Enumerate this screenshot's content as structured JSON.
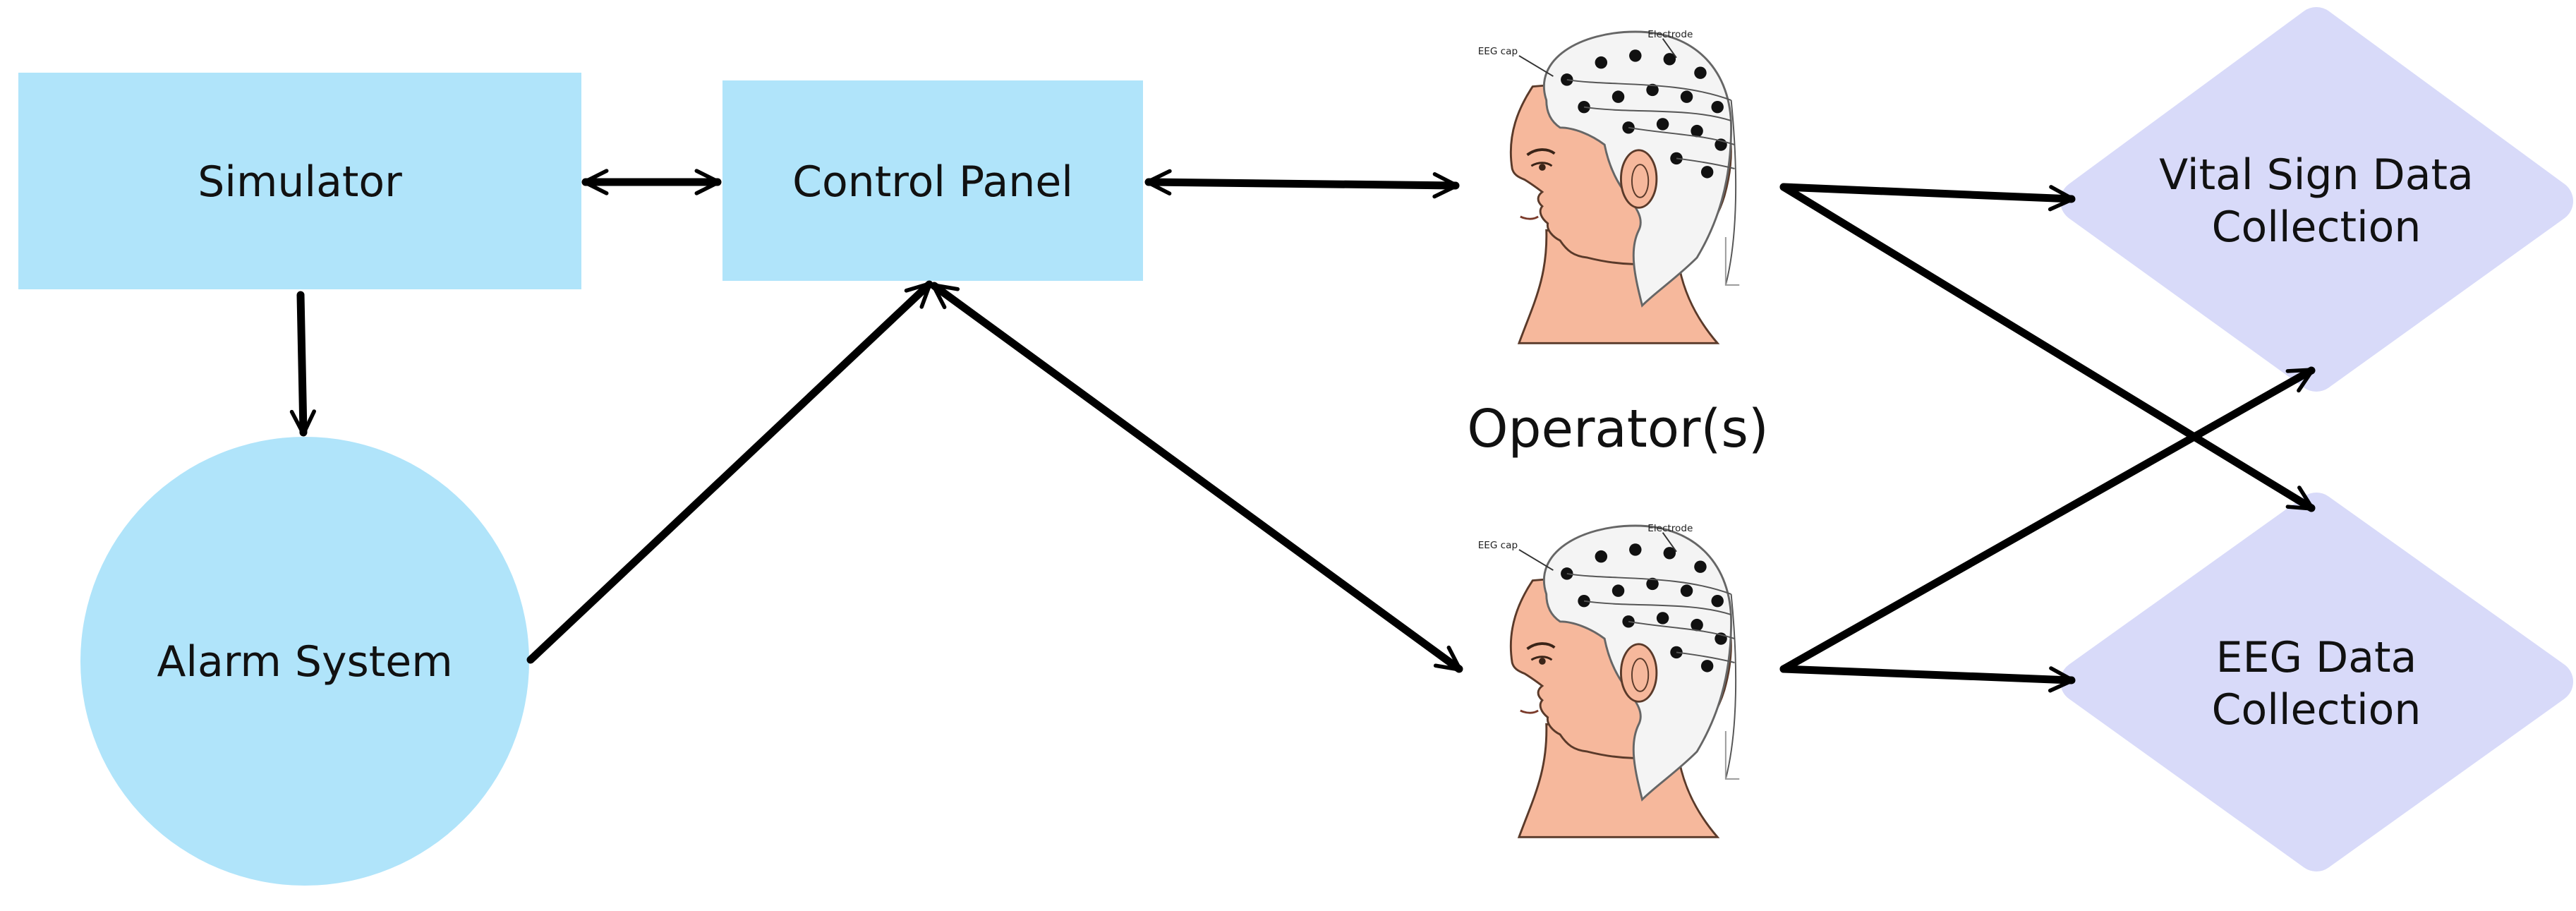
{
  "nodes": {
    "simulator": {
      "label": "Simulator"
    },
    "control_panel": {
      "label": "Control Panel"
    },
    "alarm_system": {
      "label": "Alarm System"
    },
    "vital_sign": {
      "label_line1": "Vital Sign Data",
      "label_line2": "Collection"
    },
    "eeg": {
      "label_line1": "EEG Data",
      "label_line2": "Collection"
    }
  },
  "operators": {
    "caption": "Operator(s)",
    "cap_label": "EEG cap",
    "electrode_label": "Electrode"
  },
  "colors": {
    "light_blue": "#b0e4fa",
    "lavender": "#d8daf9",
    "skin": "#f6b89c",
    "arrow": "#000000"
  },
  "icons": {
    "operator_figure": "head-with-eeg-cap-illustration"
  }
}
